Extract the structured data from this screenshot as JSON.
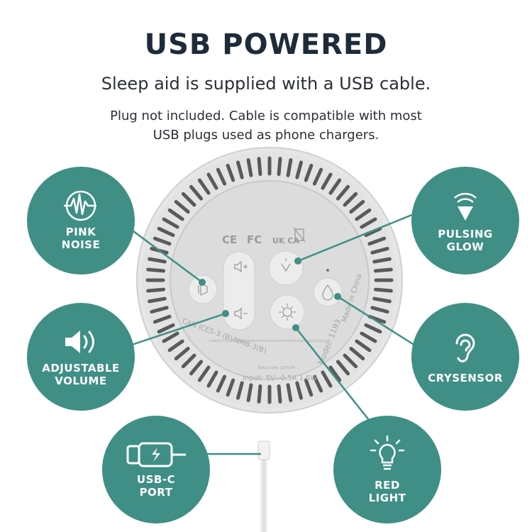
{
  "header": {
    "title": "USB POWERED",
    "subtitle": "Sleep aid is supplied with a USB cable.",
    "note": "Plug not included. Cable is compatible with most USB plugs used as phone chargers."
  },
  "features": {
    "pink_noise": "PINK\nNOISE",
    "adjustable_volume": "ADJUSTABLE\nVOLUME",
    "usb_c_port": "USB-C\nPORT",
    "pulsing_glow": "PULSING\nGLOW",
    "crysensor": "CRYSENSOR",
    "red_light": "RED\nLIGHT"
  },
  "device": {
    "marks": {
      "ce": "CE",
      "fc": "FC",
      "ukca": "UK CA"
    },
    "made_in": "Made in China",
    "model": "Model: 1193",
    "ices": "CAN ICES-3 (B)/NMB-3(B)",
    "input": "Input: 5V⎓0.5A 1.5W",
    "fcc_text": "This device complies with Part 15 of the FCC Rules. Operation is subject to the following two conditions: (1) this device may not cause harmful interference, and (2) this device must accept any interference received, including interference that may cause undesired operation. For use with Class 2 DC max. 3A power supply. Household use.",
    "batch": "Batch code: 2203/SP"
  },
  "colors": {
    "teal": "#3f8f86",
    "title": "#1e2b3a",
    "device_rim": "#e4e4e4",
    "device_face": "#d9d9d9"
  }
}
